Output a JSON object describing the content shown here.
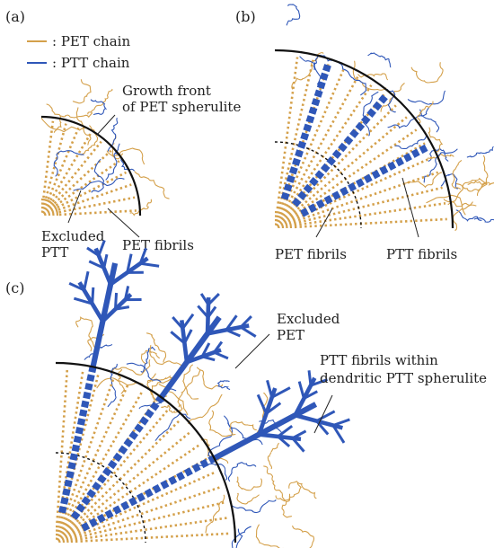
{
  "legend": {
    "pet": {
      "label": ": PET chain",
      "color": "#d4a04a"
    },
    "ptt": {
      "label": ": PTT chain",
      "color": "#2f57b8"
    }
  },
  "panels": {
    "a": {
      "label": "(a)",
      "growth_front": [
        "Growth front",
        "of PET spherulite"
      ],
      "excluded": [
        "Excluded",
        "PTT"
      ],
      "fibrils": "PET fibrils"
    },
    "b": {
      "label": "(b)",
      "pet_fibrils": "PET fibrils",
      "ptt_fibrils": "PTT fibrils"
    },
    "c": {
      "label": "(c)",
      "excluded": [
        "Excluded",
        "PET"
      ],
      "ptt_within": [
        "PTT fibrils within",
        "dendritic PTT spherulite"
      ]
    }
  },
  "colors": {
    "pet": "#d4a04a",
    "ptt": "#2f57b8",
    "ptt_fibril": "#2f57b8",
    "boundary": "#111111",
    "text": "#222222"
  }
}
